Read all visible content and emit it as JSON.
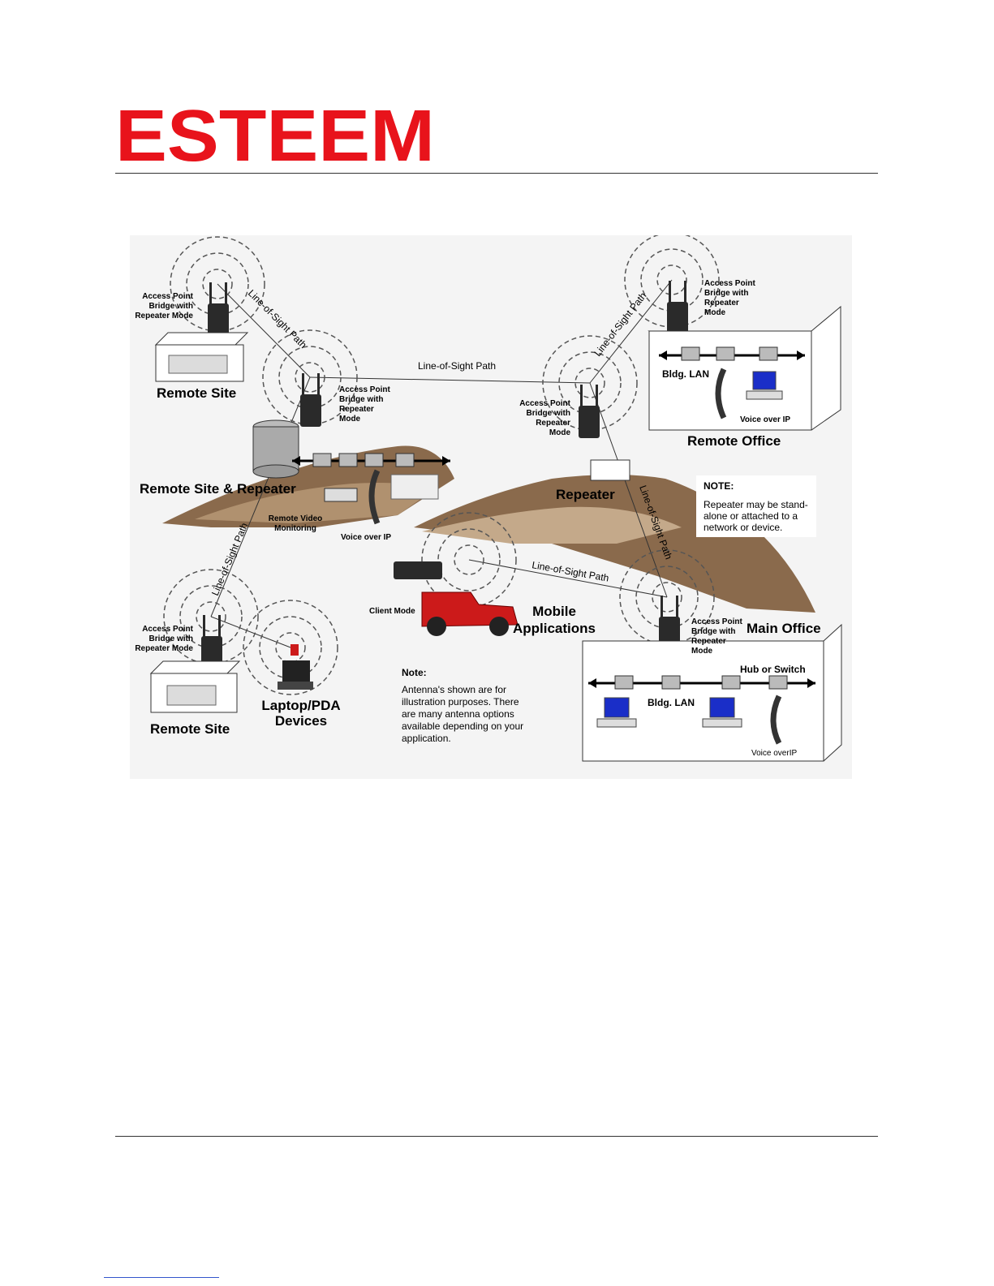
{
  "brand": {
    "name": "ESTEEM",
    "color": "#e8131b"
  },
  "colors": {
    "hill": "#8a6a4c",
    "hill_light": "#c4a98a",
    "background": "#f4f4f4",
    "radio": "#2a2a2a",
    "truck": "#cc1a1a"
  },
  "labels": {
    "ap_bridge_repeater": [
      "Access Point",
      "Bridge with",
      "Repeater Mode"
    ],
    "ap_bridge_repeater_4": [
      "Access Point",
      "Bridge with",
      "Repeater",
      "Mode"
    ],
    "remote_site_top": "Remote Site",
    "remote_site_bottom": "Remote Site",
    "remote_site_repeater": "Remote Site & Repeater",
    "repeater": "Repeater",
    "remote_office": "Remote Office",
    "main_office": "Main Office",
    "bldg_lan": "Bldg. LAN",
    "voice_over_ip": "Voice over IP",
    "voice_over_ip_small": "Voice overIP",
    "remote_video": [
      "Remote Video",
      "Monitoring"
    ],
    "client_mode": "Client Mode",
    "mobile": [
      "Mobile",
      "Applications"
    ],
    "laptop": [
      "Laptop/PDA",
      "Devices"
    ],
    "hub_switch": "Hub or Switch",
    "los": "Line-of-Sight Path"
  },
  "note_repeater": {
    "title": "NOTE:",
    "lines": [
      "Repeater may be stand-",
      "alone or attached to a",
      "network or device."
    ]
  },
  "note_antenna": {
    "title": "Note:",
    "lines": [
      "Antenna's shown are for",
      "illustration purposes.  There",
      "are many antenna options",
      "available depending on your",
      "application."
    ]
  }
}
